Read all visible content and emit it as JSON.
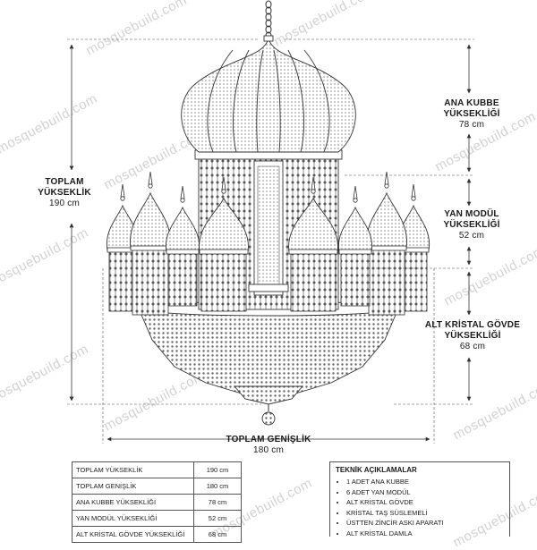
{
  "watermark": "mosquebuild.com",
  "labels": {
    "total_height": {
      "line1": "TOPLAM",
      "line2": "YÜKSEKLİK",
      "value": "190 cm"
    },
    "main_dome": {
      "line1": "ANA KUBBE",
      "line2": "YÜKSEKLİĞİ",
      "value": "78 cm"
    },
    "side_module": {
      "line1": "YAN MODÜL",
      "line2": "YÜKSEKLİĞİ",
      "value": "52 cm"
    },
    "lower_body": {
      "line1": "ALT KRİSTAL GÖVDE",
      "line2": "YÜKSEKLİĞİ",
      "value": "68 cm"
    },
    "total_width": {
      "line1": "TOPLAM GENİŞLİK",
      "value": "180 cm"
    }
  },
  "spec_table": [
    {
      "label": "TOPLAM YÜKSEKLİK",
      "value": "190 cm"
    },
    {
      "label": "TOPLAM GENİŞLİK",
      "value": "180 cm"
    },
    {
      "label": "ANA KUBBE YÜKSEKLİĞİ",
      "value": "78 cm"
    },
    {
      "label": "YAN MODÜL YÜKSEKLİĞİ",
      "value": "52 cm"
    },
    {
      "label": "ALT KRİSTAL GÖVDE YÜKSEKLİĞİ",
      "value": "68 cm"
    }
  ],
  "notes": {
    "title": "TEKNİK AÇIKLAMALAR",
    "items": [
      "1 ADET ANA KUBBE",
      "6 ADET YAN MODÜL",
      "ALT KRİSTAL GÖVDE",
      "KRİSTAL TAŞ SÜSLEMELİ",
      "ÜSTTEN ZİNCİR ASKI APARATI",
      "ALT KRİSTAL DAMLA"
    ]
  }
}
